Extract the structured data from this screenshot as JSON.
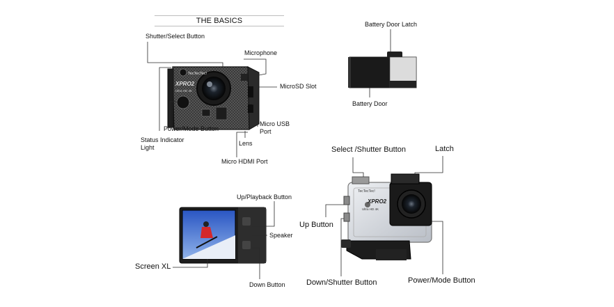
{
  "title": "THE BASICS",
  "callouts": {
    "shutter_select_button": "Shutter/Select Button",
    "microphone": "Microphone",
    "microsd_slot": "MicroSD Slot",
    "micro_usb_port_line1": "Micro USB",
    "micro_usb_port_line2": "Port",
    "power_mode_button": "Power/Mode Button",
    "status_indicator_line1": "Status Indicator",
    "status_indicator_line2": "Light",
    "lens": "Lens",
    "micro_hdmi_port": "Micro HDMI Port",
    "battery_door_latch": "Battery Door Latch",
    "battery_door": "Battery Door",
    "up_playback_button": "Up/Playback Button",
    "speaker": "Speaker",
    "screen_xl": "Screen XL",
    "down_button": "Down Button",
    "select_shutter_button": "Select /Shutter Button",
    "latch": "Latch",
    "up_button": "Up Button",
    "down_shutter_button": "Down/Shutter Button",
    "power_mode_button_case": "Power/Mode Button"
  },
  "camera": {
    "brand": "TecTecTec!",
    "model": "XPRO2",
    "badge": "Ultra HD 4K"
  },
  "colors": {
    "line": "#2a2a2a",
    "camera_body": "#2b2b2b",
    "carbon": "#4a4a4a",
    "lens_ring": "#151515",
    "case_clear": "#d9dde2",
    "screen_sky": "#3f6fd1",
    "suit_red": "#d5282a"
  }
}
